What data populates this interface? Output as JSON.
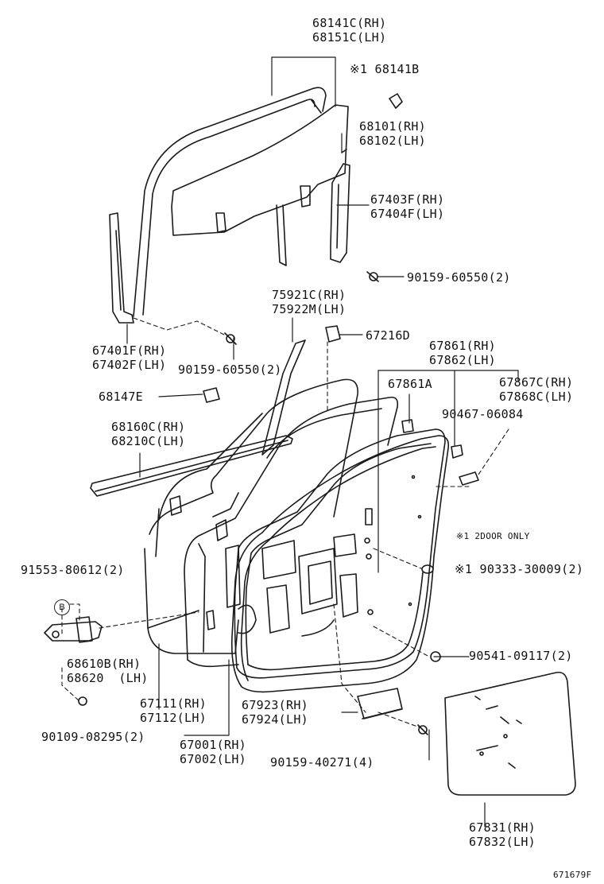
{
  "callouts": [
    {
      "id": "win-frame-weather",
      "lines": [
        "68141C(RH)",
        "68151C(LH)"
      ]
    },
    {
      "id": "frame-clip",
      "lines": [
        "※1 68141B"
      ]
    },
    {
      "id": "door-glass",
      "lines": [
        "68101(RH)",
        "68102(LH)"
      ]
    },
    {
      "id": "rear-run-channel",
      "lines": [
        "67403F(RH)",
        "67404F(LH)"
      ]
    },
    {
      "id": "bolt-rear",
      "lines": [
        "90159-60550(2)"
      ]
    },
    {
      "id": "front-run-channel",
      "lines": [
        "67401F(RH)",
        "67402F(LH)"
      ]
    },
    {
      "id": "bolt-front",
      "lines": [
        "90159-60550(2)"
      ]
    },
    {
      "id": "mirror-cover",
      "lines": [
        "75921C(RH)",
        "75922M(LH)"
      ]
    },
    {
      "id": "hole-cover",
      "lines": [
        "67216D"
      ]
    },
    {
      "id": "opening-weather",
      "lines": [
        "67861(RH)",
        "67862(LH)"
      ]
    },
    {
      "id": "weather-clip-a",
      "lines": [
        "67861A"
      ]
    },
    {
      "id": "weather-clip-c",
      "lines": [
        "67867C(RH)",
        "67868C(LH)"
      ]
    },
    {
      "id": "clip-90467",
      "lines": [
        "90467-06084"
      ]
    },
    {
      "id": "glass-clip",
      "lines": [
        "68147E"
      ]
    },
    {
      "id": "belt-weather",
      "lines": [
        "68160C(RH)",
        "68210C(LH)"
      ]
    },
    {
      "id": "two-door-note",
      "lines": [
        "※1 2DOOR ONLY"
      ]
    },
    {
      "id": "hinge-bolt",
      "lines": [
        "91553-80612(2)"
      ]
    },
    {
      "id": "plug",
      "lines": [
        "※1 90333-30009(2)"
      ]
    },
    {
      "id": "door-check",
      "lines": [
        "68610B(RH)",
        "68620  (LH)"
      ]
    },
    {
      "id": "grommet",
      "lines": [
        "90541-09117(2)"
      ]
    },
    {
      "id": "door-panel-outer",
      "lines": [
        "67111(RH)",
        "67112(LH)"
      ]
    },
    {
      "id": "service-hole-cover",
      "lines": [
        "67923(RH)",
        "67924(LH)"
      ]
    },
    {
      "id": "check-bolt",
      "lines": [
        "90109-08295(2)"
      ]
    },
    {
      "id": "door-panel",
      "lines": [
        "67001(RH)",
        "67002(LH)"
      ]
    },
    {
      "id": "screw-4",
      "lines": [
        "90159-40271(4)"
      ]
    },
    {
      "id": "trim-board",
      "lines": [
        "67831(RH)",
        "67832(LH)"
      ]
    }
  ],
  "badge": "B",
  "catalog_number": "671679F"
}
